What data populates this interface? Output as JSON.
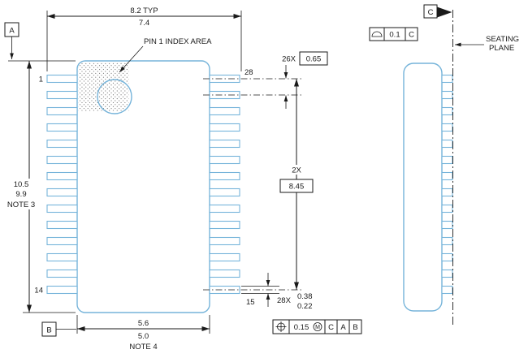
{
  "colors": {
    "package_outline": "#76b4da",
    "line": "#1a1a1a"
  },
  "top_view": {
    "pin1_index_label": "PIN 1 INDEX AREA",
    "pin_labels": {
      "top_left": "1",
      "bottom_left": "14",
      "top_right": "28",
      "bottom_right": "15"
    },
    "dim_overall_width": {
      "max": "8.2 TYP",
      "min": "7.4"
    },
    "dim_body_length": {
      "max": "10.5",
      "min": "9.9",
      "note": "NOTE 3"
    },
    "dim_body_width": {
      "max": "5.6",
      "min": "5.0",
      "note": "NOTE 4"
    },
    "dim_pitch": {
      "count": "26X",
      "value": "0.65"
    },
    "dim_span": {
      "count": "2X",
      "value": "8.45"
    },
    "dim_lead_width": {
      "count": "28X",
      "max": "0.38",
      "min": "0.22"
    },
    "datum_a": "A",
    "datum_b": "B",
    "position_fcf": {
      "symbol": "position-icon",
      "tolerance": "0.15",
      "modifier": "M",
      "datum_primary": "C",
      "datum_secondary": "A",
      "datum_tertiary": "B"
    }
  },
  "side_view": {
    "datum_c": "C",
    "flatness_fcf": {
      "symbol": "flatness-icon",
      "tolerance": "0.1",
      "datum": "C"
    },
    "seating_plane_label_line1": "SEATING",
    "seating_plane_label_line2": "PLANE"
  }
}
